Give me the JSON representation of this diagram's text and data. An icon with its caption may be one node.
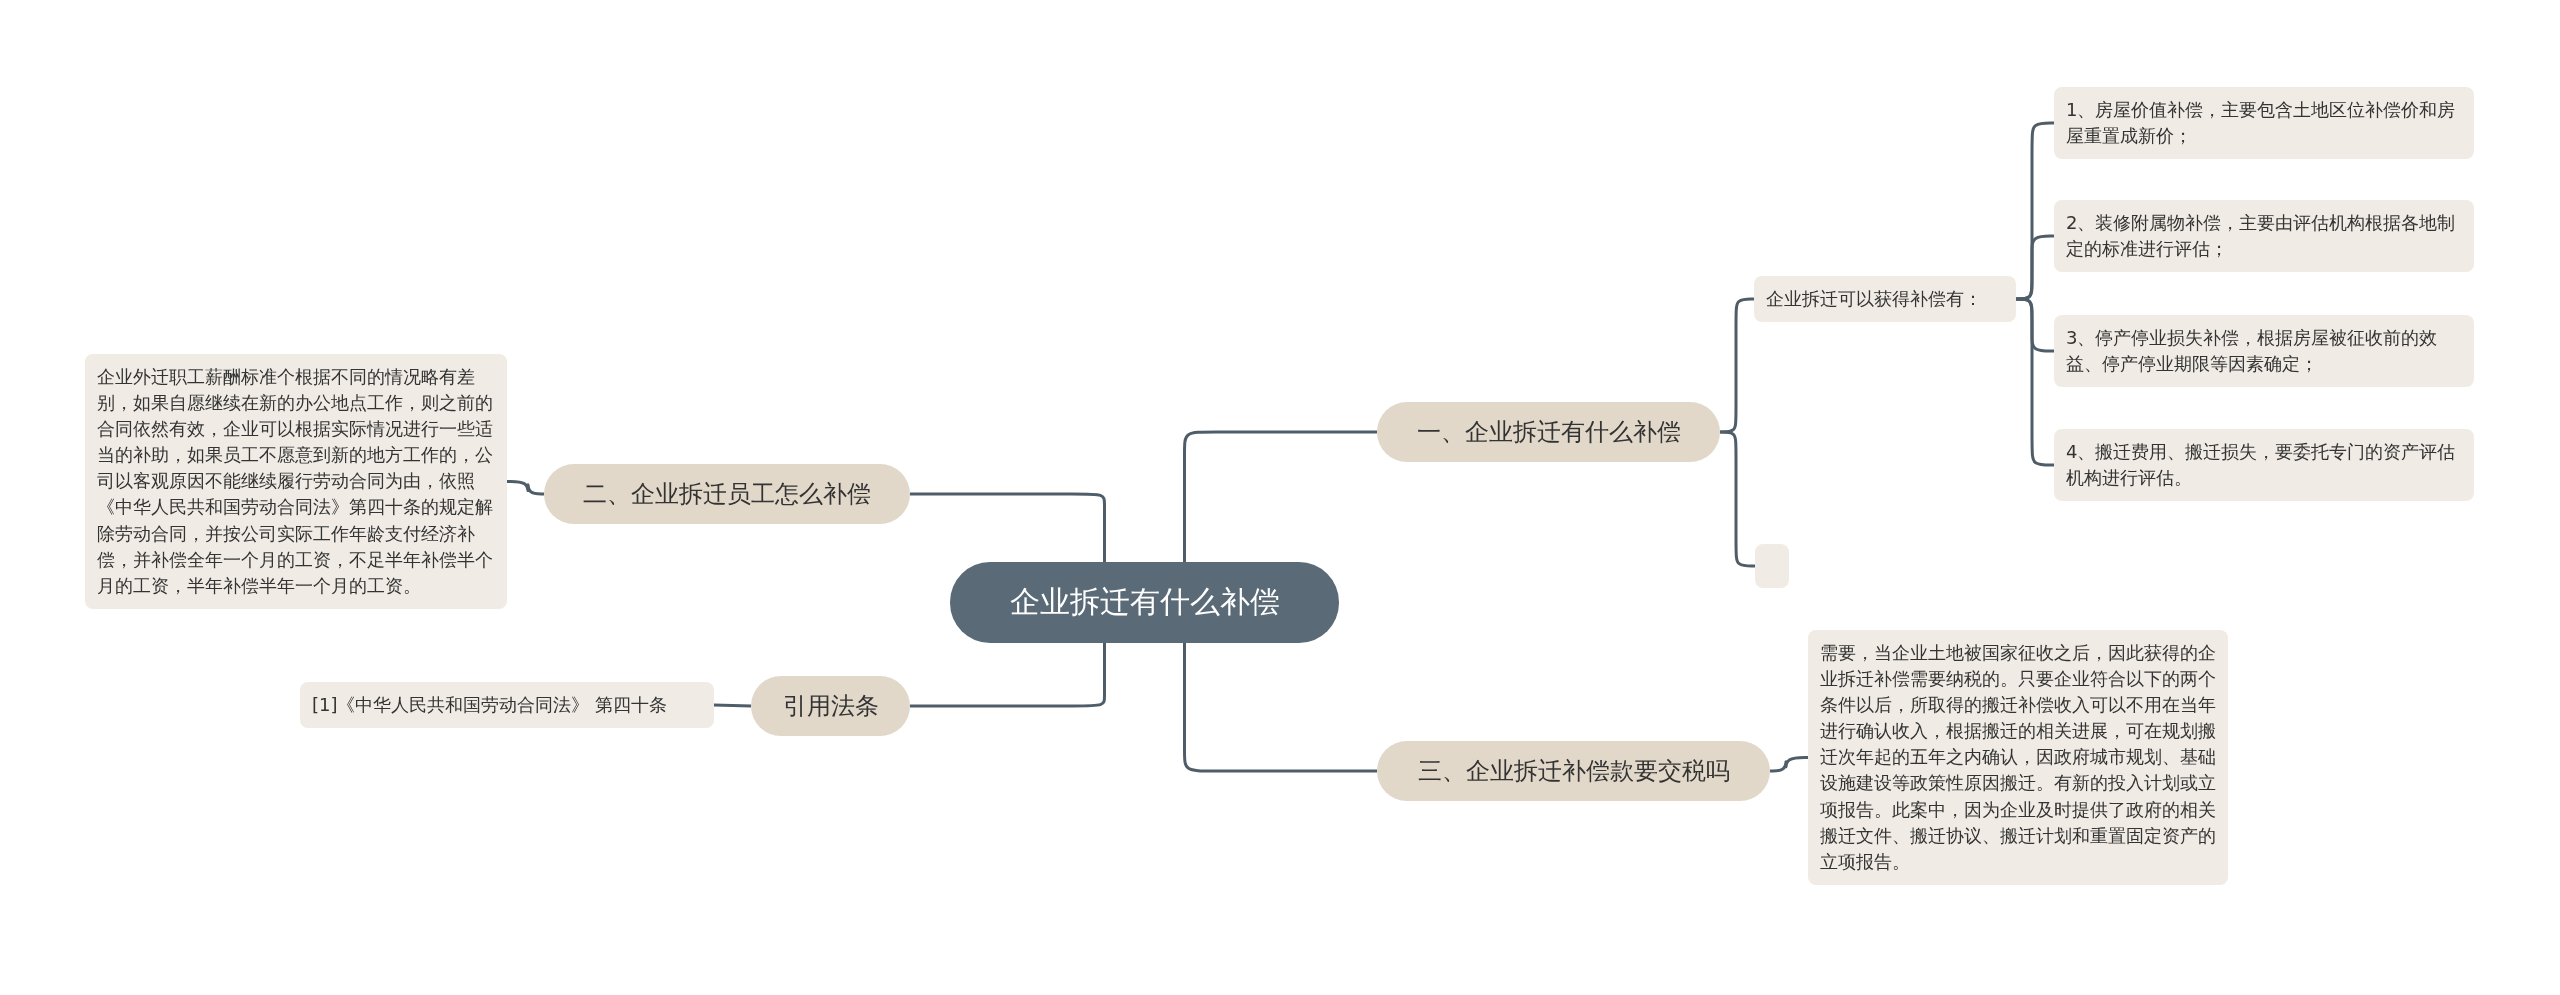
{
  "diagram": {
    "nodes": [
      {
        "text": [
          "企业拆迁有什么补偿"
        ]
      },
      {
        "text": [
          "一、企业拆迁有什么补偿"
        ]
      },
      {
        "text": [
          "企业拆迁可以获得补偿有："
        ]
      },
      {
        "text": [
          "1、房屋价值补偿，主要包含土地区位补偿价和房屋重置成新价；"
        ]
      },
      {
        "text": [
          "2、装修附属物补偿，主要由评估机构根据各地制定的标准进行评估；"
        ]
      },
      {
        "text": [
          "3、停产停业损失补偿，根据房屋被征收前的效益、停产停业期限等因素确定；"
        ]
      },
      {
        "text": [
          "4、搬迁费用、搬迁损失，要委托专门的资产评估机构进行评估。"
        ]
      },
      {
        "text": [],
        "shape": "box"
      },
      {
        "text": [
          "二、企业拆迁员工怎么补偿"
        ]
      },
      {
        "text": [
          "企业外迁职工薪酬标准个根据不同的情况略有差别，如果自愿继续在新的办公地点工作，则之前的合同依然有效，企业可以根据实际情况进行一些适当的补助，如果员工不愿意到新的地方工作的，公司以客观原因不能继续履行劳动合同为由，依照《中华人民共和国劳动合同法》第四十条的规定解除劳动合同，并按公司实际工作年龄支付经济补偿，并补偿全年一个月的工资，不足半年补偿半个月的工资，半年补偿半年一个月的工资。"
        ]
      },
      {
        "text": [
          "三、企业拆迁补偿款要交税吗"
        ]
      },
      {
        "text": [
          "需要，当企业土地被国家征收之后，因此获得的企业拆迁补偿需要纳税的。只要企业符合以下的两个条件以后，所取得的搬迁补偿收入可以不用在当年进行确认收入，根据搬迁的相关进展，可在规划搬迁次年起的五年之内确认，因政府城市规划、基础设施建设等政策性原因搬迁。有新的投入计划或立项报告。此案中，因为企业及时提供了政府的相关搬迁文件、搬迁协议、搬迁计划和重置固定资产的立项报告。"
        ]
      },
      {
        "text": [
          "引用法条"
        ]
      },
      {
        "text": [
          "[1]《中华人民共和国劳动合同法》 第四十条"
        ]
      }
    ],
    "edges": [
      {
        "from": 0,
        "to": 1,
        "arrow": "none"
      },
      {
        "from": 1,
        "to": 2,
        "arrow": "none"
      },
      {
        "from": 2,
        "to": 3,
        "arrow": "none"
      },
      {
        "from": 2,
        "to": 4,
        "arrow": "none"
      },
      {
        "from": 2,
        "to": 5,
        "arrow": "none"
      },
      {
        "from": 2,
        "to": 6,
        "arrow": "none"
      },
      {
        "from": 1,
        "to": 7,
        "arrow": "none"
      },
      {
        "from": 0,
        "to": 8,
        "arrow": "none"
      },
      {
        "from": 8,
        "to": 9,
        "arrow": "none"
      },
      {
        "from": 0,
        "to": 10,
        "arrow": "none"
      },
      {
        "from": 10,
        "to": 11,
        "arrow": "none"
      },
      {
        "from": 0,
        "to": 12,
        "arrow": "none"
      },
      {
        "from": 12,
        "to": 13,
        "arrow": "none"
      }
    ]
  }
}
